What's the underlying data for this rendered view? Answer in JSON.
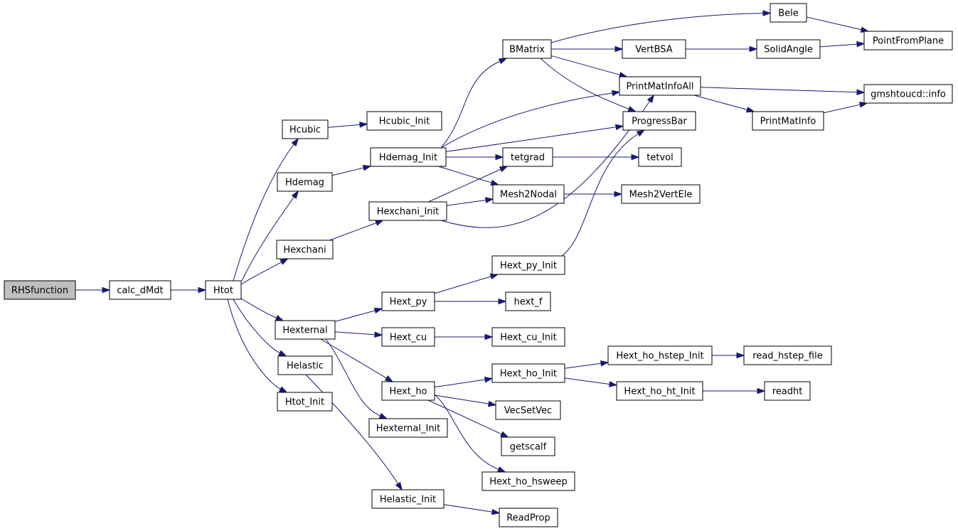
{
  "diagram": {
    "edge_color": "#191970",
    "root_fill": "#bfbfbf",
    "nodes": [
      {
        "id": "rhs",
        "label": "RHSfunction",
        "root": true
      },
      {
        "id": "calc",
        "label": "calc_dMdt"
      },
      {
        "id": "htot",
        "label": "Htot"
      },
      {
        "id": "hcubic",
        "label": "Hcubic"
      },
      {
        "id": "hdemag",
        "label": "Hdemag"
      },
      {
        "id": "hexchani",
        "label": "Hexchani"
      },
      {
        "id": "hexternal",
        "label": "Hexternal"
      },
      {
        "id": "helastic",
        "label": "Helastic"
      },
      {
        "id": "htotinit",
        "label": "Htot_Init"
      },
      {
        "id": "hcubicinit",
        "label": "Hcubic_Init"
      },
      {
        "id": "hdemaginit",
        "label": "Hdemag_Init"
      },
      {
        "id": "hexchaniinit",
        "label": "Hexchani_Init"
      },
      {
        "id": "hextpy",
        "label": "Hext_py"
      },
      {
        "id": "hextcu",
        "label": "Hext_cu"
      },
      {
        "id": "hextho",
        "label": "Hext_ho"
      },
      {
        "id": "hexternalinit",
        "label": "Hexternal_Init"
      },
      {
        "id": "helasticinit",
        "label": "Helastic_Init"
      },
      {
        "id": "bmatrix",
        "label": "BMatrix"
      },
      {
        "id": "tetgrad",
        "label": "tetgrad"
      },
      {
        "id": "mesh2nodal",
        "label": "Mesh2Nodal"
      },
      {
        "id": "hextpyinit",
        "label": "Hext_py_Init"
      },
      {
        "id": "hextf",
        "label": "hext_f"
      },
      {
        "id": "hextcuinit",
        "label": "Hext_cu_Init"
      },
      {
        "id": "hexthoinit",
        "label": "Hext_ho_Init"
      },
      {
        "id": "vecsetvec",
        "label": "VecSetVec"
      },
      {
        "id": "getscalf",
        "label": "getscalf"
      },
      {
        "id": "hexthohsweep",
        "label": "Hext_ho_hsweep"
      },
      {
        "id": "readprop",
        "label": "ReadProp"
      },
      {
        "id": "vertbsa",
        "label": "VertBSA"
      },
      {
        "id": "printmatinfoall",
        "label": "PrintMatInfoAll"
      },
      {
        "id": "progressbar",
        "label": "ProgressBar"
      },
      {
        "id": "tetvol",
        "label": "tetvol"
      },
      {
        "id": "mesh2vertele",
        "label": "Mesh2VertEle"
      },
      {
        "id": "hexthohstepinit",
        "label": "Hext_ho_hstep_Init"
      },
      {
        "id": "hexthohtinit",
        "label": "Hext_ho_ht_Init"
      },
      {
        "id": "bele",
        "label": "Bele"
      },
      {
        "id": "solidangle",
        "label": "SolidAngle"
      },
      {
        "id": "printmatinfo",
        "label": "PrintMatInfo"
      },
      {
        "id": "readhstepfile",
        "label": "read_hstep_file"
      },
      {
        "id": "readht",
        "label": "readht"
      },
      {
        "id": "pointfromplane",
        "label": "PointFromPlane"
      },
      {
        "id": "gmshtoucdinfo",
        "label": "gmshtoucd::info"
      }
    ],
    "edges": [
      [
        "rhs",
        "calc"
      ],
      [
        "calc",
        "htot"
      ],
      [
        "htot",
        "hcubic"
      ],
      [
        "htot",
        "hdemag"
      ],
      [
        "htot",
        "hexchani"
      ],
      [
        "htot",
        "hexternal"
      ],
      [
        "htot",
        "helastic"
      ],
      [
        "htot",
        "htotinit"
      ],
      [
        "hcubic",
        "hcubicinit"
      ],
      [
        "hdemag",
        "hdemaginit"
      ],
      [
        "hexchani",
        "hexchaniinit"
      ],
      [
        "hexternal",
        "hextpy"
      ],
      [
        "hexternal",
        "hextcu"
      ],
      [
        "hexternal",
        "hextho"
      ],
      [
        "hexternal",
        "hexternalinit"
      ],
      [
        "helastic",
        "helasticinit"
      ],
      [
        "hdemaginit",
        "bmatrix"
      ],
      [
        "hdemaginit",
        "printmatinfoall"
      ],
      [
        "hdemaginit",
        "progressbar"
      ],
      [
        "hdemaginit",
        "tetgrad"
      ],
      [
        "hdemaginit",
        "mesh2nodal"
      ],
      [
        "hexchaniinit",
        "tetgrad"
      ],
      [
        "hexchaniinit",
        "mesh2nodal"
      ],
      [
        "hexchaniinit",
        "printmatinfoall"
      ],
      [
        "hextpy",
        "hextpyinit"
      ],
      [
        "hextpy",
        "hextf"
      ],
      [
        "hextpyinit",
        "progressbar"
      ],
      [
        "hextcu",
        "hextcuinit"
      ],
      [
        "hextho",
        "hexthoinit"
      ],
      [
        "hextho",
        "vecsetvec"
      ],
      [
        "hextho",
        "getscalf"
      ],
      [
        "hextho",
        "hexthohsweep"
      ],
      [
        "helasticinit",
        "readprop"
      ],
      [
        "bmatrix",
        "bele"
      ],
      [
        "bmatrix",
        "vertbsa"
      ],
      [
        "bmatrix",
        "printmatinfoall"
      ],
      [
        "bmatrix",
        "progressbar"
      ],
      [
        "tetgrad",
        "tetvol"
      ],
      [
        "mesh2nodal",
        "mesh2vertele"
      ],
      [
        "hexthoinit",
        "hexthohstepinit"
      ],
      [
        "hexthoinit",
        "hexthohtinit"
      ],
      [
        "vertbsa",
        "solidangle"
      ],
      [
        "printmatinfoall",
        "gmshtoucdinfo"
      ],
      [
        "printmatinfoall",
        "printmatinfo"
      ],
      [
        "bele",
        "pointfromplane"
      ],
      [
        "solidangle",
        "pointfromplane"
      ],
      [
        "printmatinfo",
        "gmshtoucdinfo"
      ],
      [
        "hexthohstepinit",
        "readhstepfile"
      ],
      [
        "hexthohtinit",
        "readht"
      ]
    ]
  }
}
